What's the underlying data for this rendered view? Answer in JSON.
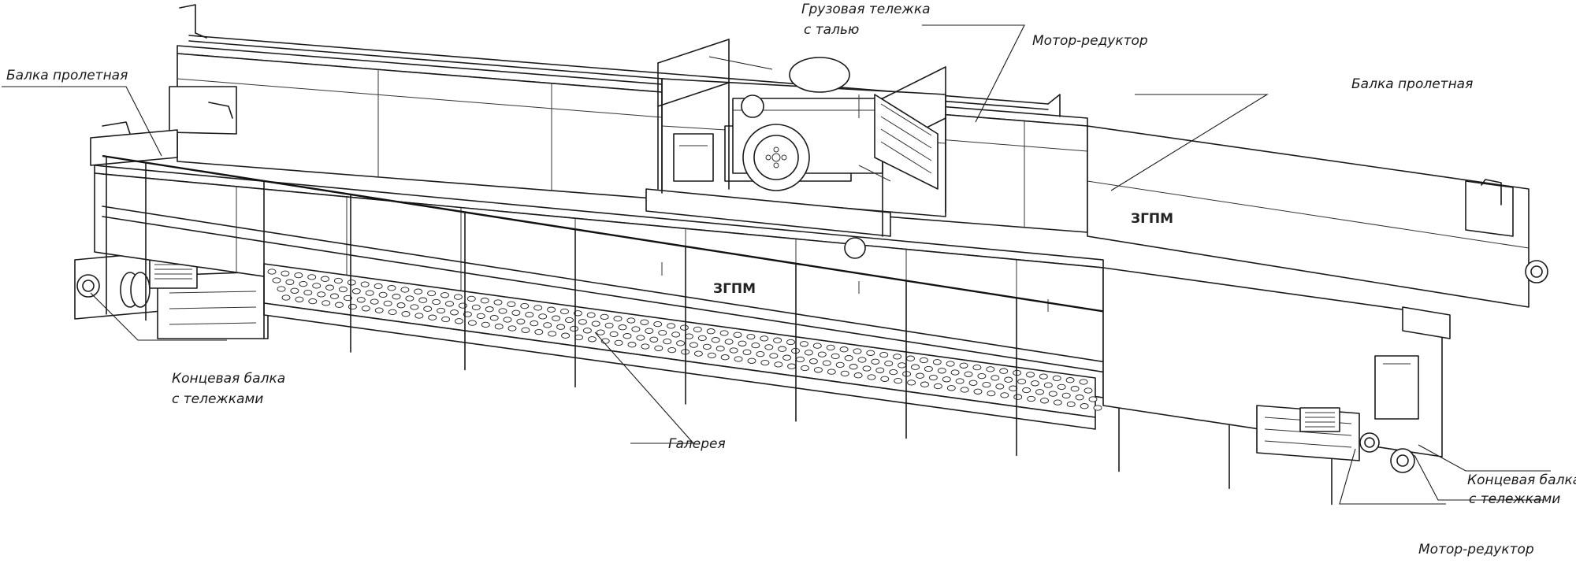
{
  "labels": {
    "span_beam_left": "Балка пролетная",
    "trolley_line1": "Грузовая тележка",
    "trolley_line2": "с талью",
    "motor_top": "Мотор-редуктор",
    "span_beam_right": "Балка пролетная",
    "end_beam_left_line1": "Концевая балка",
    "end_beam_left_line2": "с тележками",
    "gallery": "Галерея",
    "end_beam_right_line1": "Концевая балка",
    "end_beam_right_line2": "с тележками",
    "motor_bottom": "Мотор-редуктор"
  },
  "logos": {
    "logo_a": "ЗГПМ",
    "logo_b": "ЗГПМ"
  }
}
